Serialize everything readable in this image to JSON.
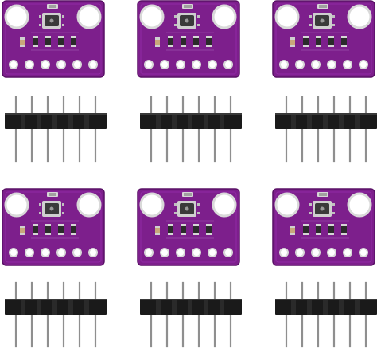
{
  "image": {
    "subject": "product-photo",
    "background_color": "#ffffff"
  },
  "modules": {
    "count": 6,
    "pcb_color": "#7d1f8c",
    "pcb_highlight_color": "#9a2fb0",
    "hole_ring_color": "#d9d9d9",
    "sensor_color": "#3a3a3a",
    "resistor_color": "#2b2b2b",
    "pin_body_color": "#1a1a1a",
    "pin_metal_color": "#8f8f8f",
    "pin_count": 6
  }
}
